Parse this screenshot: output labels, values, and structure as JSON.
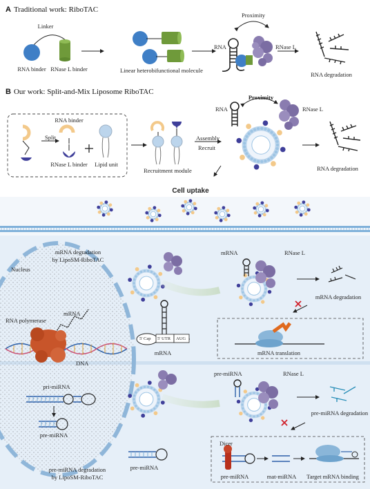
{
  "panel_a": {
    "letter": "A",
    "title": "Traditional work: RiboTAC",
    "linker": "Linker",
    "rna_binder": "RNA binder",
    "rnase_l_binder": "RNase L binder",
    "molecule": "Linear heterobifunctional molecule",
    "proximity": "Proximity",
    "rna": "RNA",
    "rnase_l": "RNase L",
    "degradation": "RNA degradation"
  },
  "panel_b": {
    "letter": "B",
    "title": "Our work: Split-and-Mix Liposome RiboTAC",
    "rna_binder": "RNA binder",
    "split": "Split",
    "rnase_l_binder": "RNase L binder",
    "lipid_unit": "Lipid unit",
    "recruitment_module": "Recruitment module",
    "assembly": "Assembly",
    "recruit": "Recruit",
    "proximity": "Proximity",
    "rna": "RNA",
    "rnase_l": "RNase L",
    "degradation": "RNA degradation",
    "cell_uptake": "Cell uptake"
  },
  "cell": {
    "nucleus": "Nucleus",
    "mrna": "mRNA",
    "rna_polymerase": "RNA polymerase",
    "dna": "DNA",
    "pri_mirna": "pri-miRNA",
    "pre_mirna": "pre-miRNA",
    "mrna_label_1": "mRNA degradation",
    "mrna_label_2": "by LipoSM-RiboTAC",
    "pre_label_1": "pre-miRNA degradation",
    "pre_label_2": "by LipoSM-RiboTAC",
    "mrna_top": "mRNA",
    "rnase_l_top": "RNase L",
    "mrna_degradation": "mRNA degradation",
    "cap": "5' Cap",
    "utr": "5' UTR",
    "aug": "AUG",
    "mrna_bottom": "mRNA",
    "mrna_translation": "mRNA translation",
    "pre_mirna_top": "pre-miRNA",
    "rnase_l_bottom": "RNase L",
    "pre_mirna_degradation": "pre-miRNA degradation",
    "pre_mirna_bottom": "pre-miRNA",
    "dicer": "Dicer",
    "pre_mirna_box": "pre-miRNA",
    "mat_mirna": "mat-miRNA",
    "target_binding": "Target mRNA binding"
  },
  "colors": {
    "blue_binder": "#3f7fc6",
    "green_binder": "#6f9a3a",
    "purple_lobe": "#3f3f9a",
    "yellow_lobe": "#f3c98a",
    "rnase_purple": "#8a7cb0",
    "polymerase": "#c8552a",
    "cell_bg": "#e6eff8",
    "membrane": "#9cc4e4"
  }
}
